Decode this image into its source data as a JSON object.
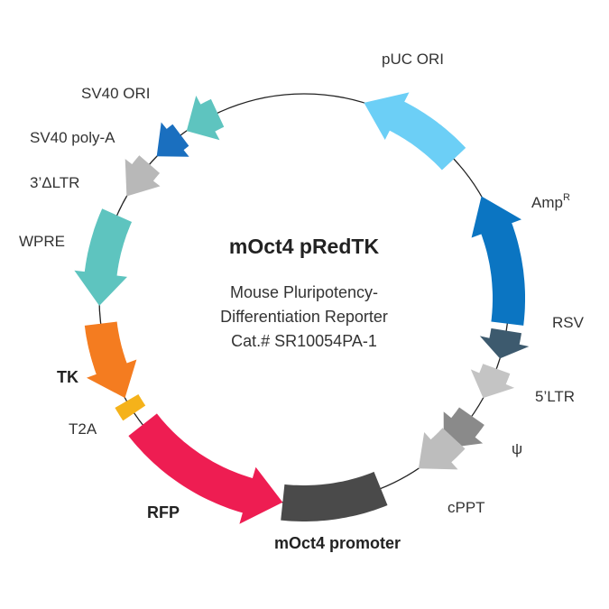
{
  "plasmid": {
    "name": "mOct4 pRedTK",
    "description_line1": "Mouse Pluripotency-",
    "description_line2": "Differentiation Reporter",
    "catalog": "Cat.# SR10054PA-1"
  },
  "features": [
    {
      "id": "puc-ori",
      "label": "pUC ORI",
      "color": "#6ccff6",
      "type": "arrow"
    },
    {
      "id": "ampr",
      "label": "Amp",
      "label_sup": "R",
      "color": "#0b75c2",
      "type": "arrow"
    },
    {
      "id": "rsv",
      "label": "RSV",
      "color": "#3d5a6e",
      "type": "arrow"
    },
    {
      "id": "5ltr",
      "label": "5’LTR",
      "color": "#c4c4c4",
      "type": "arrow"
    },
    {
      "id": "psi",
      "label": "ψ",
      "color": "#8a8a8a",
      "type": "arrow"
    },
    {
      "id": "cppt",
      "label": "cPPT",
      "color": "#bdbdbd",
      "type": "arrow"
    },
    {
      "id": "moct4-promoter",
      "label": "mOct4 promoter",
      "color": "#4a4a4a",
      "type": "block"
    },
    {
      "id": "rfp",
      "label": "RFP",
      "color": "#ee1d52",
      "type": "arrow"
    },
    {
      "id": "t2a",
      "label": "T2A",
      "color": "#f5b21a",
      "type": "block"
    },
    {
      "id": "tk",
      "label": "TK",
      "color": "#f47c20",
      "type": "arrow"
    },
    {
      "id": "wpre",
      "label": "WPRE",
      "color": "#5ec4bf",
      "type": "arrow"
    },
    {
      "id": "3ltr",
      "label": "3’ΔLTR",
      "color": "#b8b8b8",
      "type": "arrow"
    },
    {
      "id": "sv40-polya",
      "label": "SV40 poly-A",
      "color": "#1a6fbf",
      "type": "arrow"
    },
    {
      "id": "sv40-ori",
      "label": "SV40 ORI",
      "color": "#5ec4bf",
      "type": "arrow"
    }
  ],
  "colors": {
    "backbone": "#222222"
  }
}
